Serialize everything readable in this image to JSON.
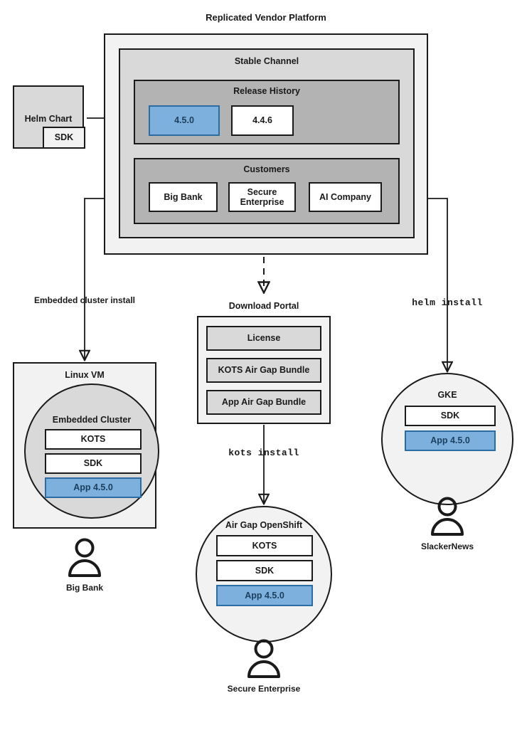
{
  "diagram": {
    "title": "Replicated Vendor Platform",
    "type": "architecture-flow-diagram"
  },
  "colors": {
    "stroke": "#1a1a1a",
    "platform_fill": "#f2f2f2",
    "channel_fill": "#d9d9d9",
    "section_fill": "#b3b3b3",
    "app_highlight_fill": "#7eb0dd",
    "app_highlight_stroke": "#2b6ca3",
    "app_highlight_text": "#1b3f5e",
    "white": "#ffffff"
  },
  "helm_chart": {
    "label": "Helm Chart",
    "sdk_label": "SDK"
  },
  "platform": {
    "title": "Replicated Vendor Platform",
    "channel": {
      "title": "Stable Channel",
      "release_history": {
        "title": "Release History",
        "releases": [
          {
            "version": "4.5.0",
            "highlighted": true
          },
          {
            "version": "4.4.6",
            "highlighted": false
          }
        ]
      },
      "customers": {
        "title": "Customers",
        "items": [
          {
            "name": "Big Bank"
          },
          {
            "name": "Secure Enterprise"
          },
          {
            "name": "AI Company"
          }
        ]
      }
    }
  },
  "edges": {
    "embedded_install": "Embedded cluster install",
    "kots_install": "kots install",
    "helm_install": "helm install"
  },
  "download_portal": {
    "title": "Download Portal",
    "artifacts": [
      {
        "label": "License"
      },
      {
        "label": "KOTS Air Gap Bundle"
      },
      {
        "label": "App Air Gap Bundle"
      }
    ]
  },
  "targets": {
    "linux_vm": {
      "title": "Linux VM",
      "cluster_title": "Embedded Cluster",
      "components": [
        {
          "label": "KOTS",
          "highlighted": false
        },
        {
          "label": "SDK",
          "highlighted": false
        },
        {
          "label": "App 4.5.0",
          "highlighted": true
        }
      ],
      "persona": "Big Bank"
    },
    "airgap_openshift": {
      "title": "Air Gap OpenShift",
      "components": [
        {
          "label": "KOTS",
          "highlighted": false
        },
        {
          "label": "SDK",
          "highlighted": false
        },
        {
          "label": "App 4.5.0",
          "highlighted": true
        }
      ],
      "persona": "Secure Enterprise"
    },
    "gke": {
      "title": "GKE",
      "components": [
        {
          "label": "SDK",
          "highlighted": false
        },
        {
          "label": "App 4.5.0",
          "highlighted": true
        }
      ],
      "persona": "SlackerNews"
    }
  },
  "icons": {
    "person": "person-icon",
    "arrow": "arrow-head"
  }
}
